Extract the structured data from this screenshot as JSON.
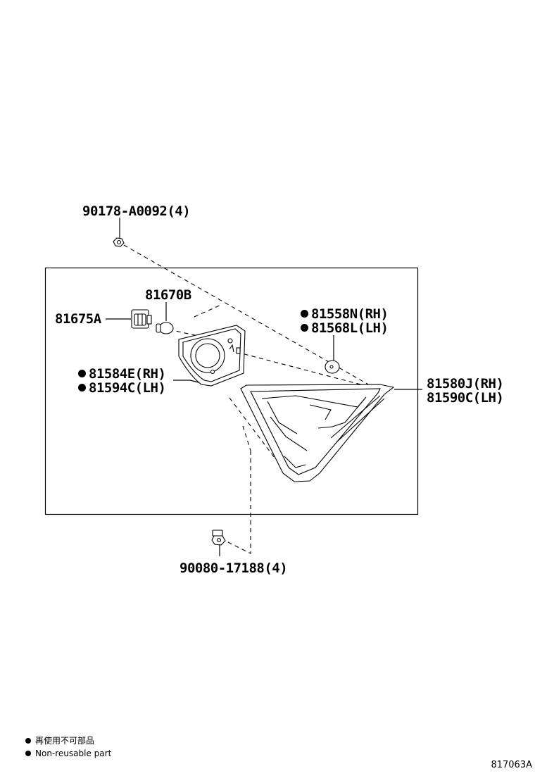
{
  "parts": {
    "bolt_top": "90178-A0092(4)",
    "socket": "81675A",
    "bulb": "81670B",
    "gasket_rh": "81558N(RH)",
    "gasket_lh": "81568L(LH)",
    "bracket_rh": "81584E(RH)",
    "bracket_lh": "81594C(LH)",
    "lamp_rh": "81580J(RH)",
    "lamp_lh": "81590C(LH)",
    "nut_bottom": "90080-17188(4)"
  },
  "legend": {
    "japanese": "再使用不可部品",
    "english": "Non-reusable part"
  },
  "drawing_code": "817063A"
}
